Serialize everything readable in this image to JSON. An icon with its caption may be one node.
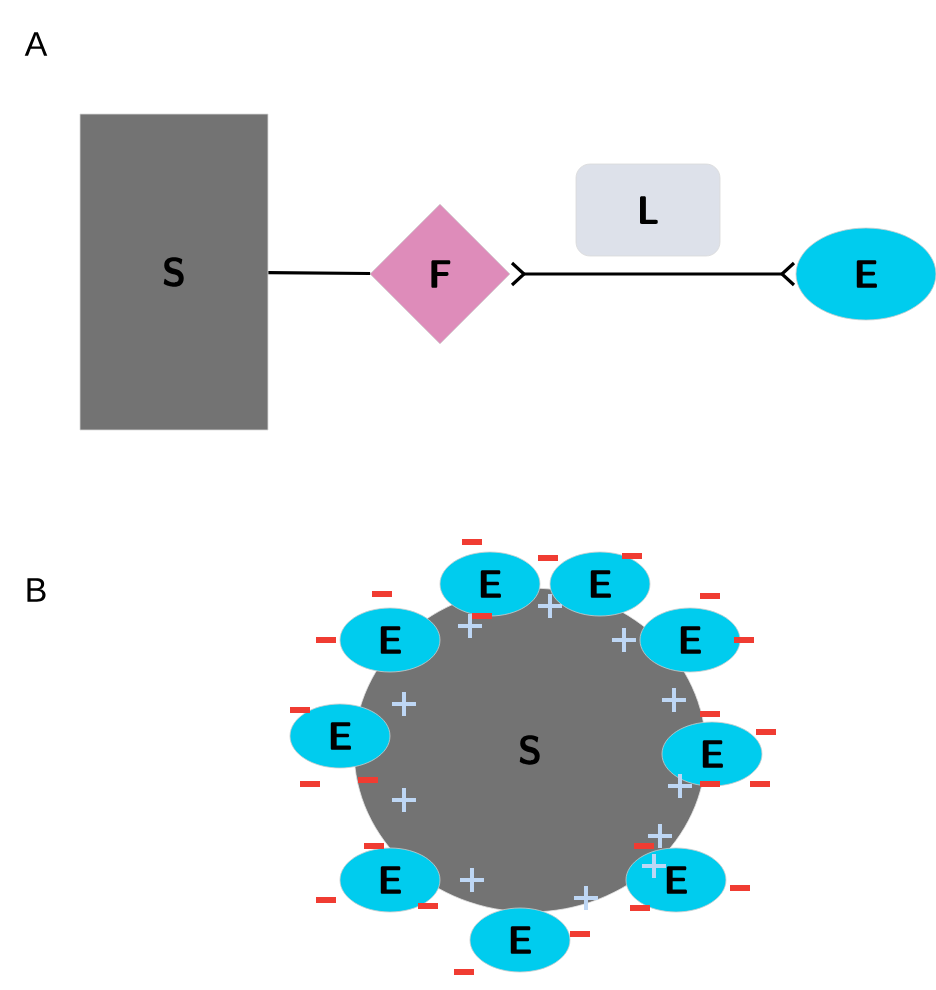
{
  "diagram": {
    "nodes": [
      {
        "text": [
          "S"
        ]
      },
      {
        "text": [
          "F"
        ]
      },
      {
        "text": [
          "L"
        ]
      },
      {
        "text": [
          "E"
        ]
      },
      {
        "text": [
          "S"
        ]
      },
      {
        "text": [
          "E"
        ]
      },
      {
        "text": [
          "E"
        ]
      },
      {
        "text": [
          "E"
        ]
      },
      {
        "text": [
          "E"
        ]
      },
      {
        "text": [
          "E"
        ]
      },
      {
        "text": [
          "E"
        ]
      },
      {
        "text": [
          "E"
        ]
      },
      {
        "text": [
          "E"
        ]
      },
      {
        "text": [
          "E"
        ]
      }
    ],
    "edges": [
      {
        "from": 0,
        "to": 1,
        "arrow": "none"
      },
      {
        "from": 1,
        "to": 3,
        "arrow": "other"
      }
    ],
    "labels": [
      "A",
      "B"
    ]
  }
}
